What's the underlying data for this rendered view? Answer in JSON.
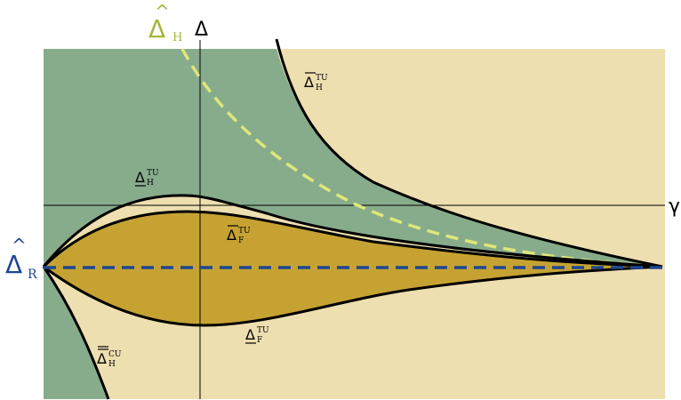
{
  "colors": {
    "region_green": "#87AC8C",
    "region_beige": "#EEDFB0",
    "region_gold": "#C5A232",
    "curve": "#000000",
    "dashed_H": "#DFE67A",
    "dashed_R": "#1E4792",
    "label_H": "#A7B43C",
    "label_R": "#1E4792"
  },
  "axes": {
    "y_symbol": "Δ",
    "x_symbol": "γ"
  },
  "labels": {
    "delta_H_hat": {
      "sym": "Δ",
      "accent": "^",
      "sub": "H"
    },
    "delta_R_hat": {
      "sym": "Δ",
      "accent": "^",
      "sub": "R"
    },
    "upper_H_TU": {
      "sym": "Δ",
      "sub": "H",
      "sup": "TU"
    },
    "lower_H_TU": {
      "sym": "Δ",
      "sub": "H",
      "sup": "TU"
    },
    "upper_F_TU": {
      "sym": "Δ",
      "sub": "F",
      "sup": "TU"
    },
    "lower_F_TU": {
      "sym": "Δ",
      "sub": "F",
      "sup": "TU"
    },
    "double_H_CU": {
      "sym": "Δ",
      "sub": "H",
      "sup": "CU"
    }
  }
}
